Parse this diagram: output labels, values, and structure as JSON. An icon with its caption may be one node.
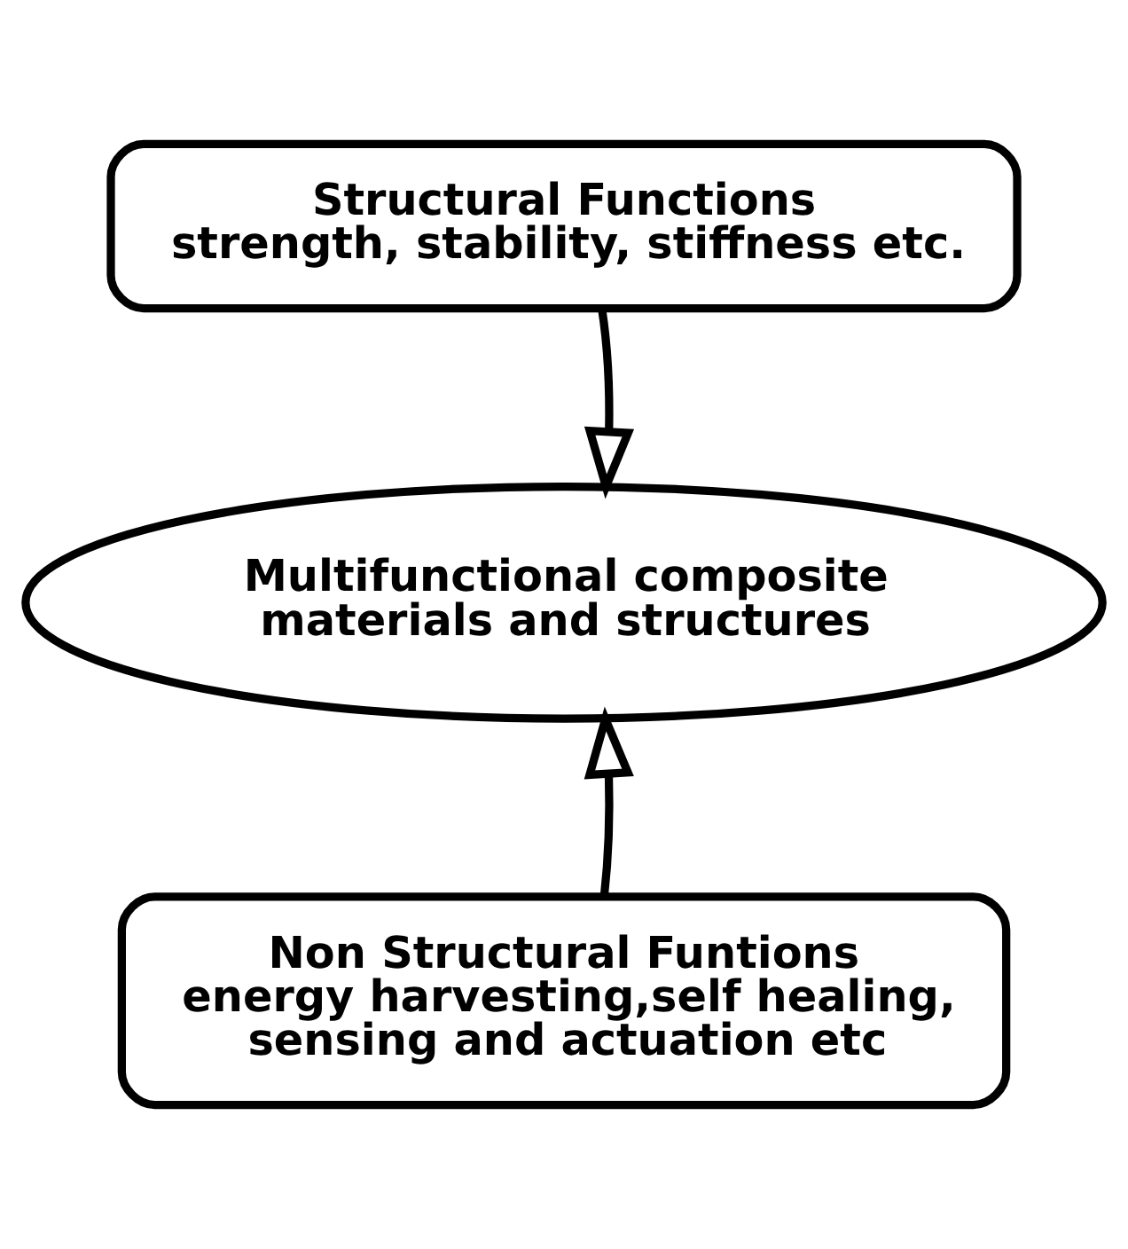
{
  "diagram": {
    "nodes": [
      {
        "text": [
          "Structural Functions",
          "strength, stability, stiffness etc."
        ]
      },
      {
        "text": [
          "Multifunctional composite materials and structures"
        ]
      },
      {
        "text": [
          "Non Structural Funtions",
          "energy harvesting,self healing, sensing and actuation etc"
        ]
      }
    ],
    "edges": [
      {
        "from": 0,
        "to": 1,
        "arrow": "to"
      },
      {
        "from": 2,
        "to": 1,
        "arrow": "to"
      }
    ]
  }
}
